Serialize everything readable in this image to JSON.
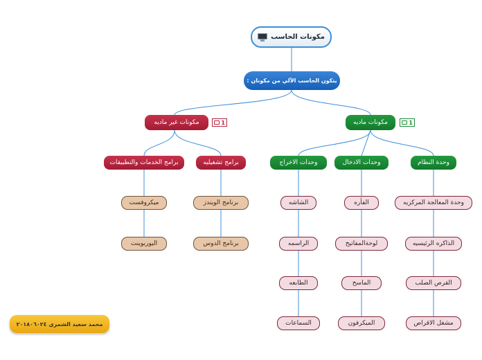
{
  "root": {
    "label": "مكونات الحاسب",
    "icon": "computer-monitor-icon"
  },
  "level1": {
    "label": "يتكون الحاسب الآلي من مكونان :"
  },
  "branches": {
    "non_hardware": {
      "label": "مكونات غير ماديه",
      "badge": "1"
    },
    "hardware": {
      "label": "مكونات ماديه",
      "badge": "1"
    }
  },
  "categories": {
    "system_unit": "وحدة النظام",
    "input_units": "وحدات الادخال",
    "output_units": "وحدات الاخراج",
    "operating_programs": "برامج تشغيليه",
    "service_apps": "برامج الخدمات والتطبيقات"
  },
  "items": {
    "system_unit": [
      "وحدة المعالجة المركزيه",
      "الذاكره الرئيسيه",
      "القرص الصلب",
      "مشغل الاقراص"
    ],
    "input_units": [
      "الفأره",
      "لوحةالمفاتيح",
      "الماسح",
      "الميكرفون"
    ],
    "output_units": [
      "الشاشه",
      "الراسمه",
      "الطابعه",
      "السماعات"
    ],
    "operating_programs": [
      "برنامج الويندز",
      "برنامج الدوس"
    ],
    "service_apps": [
      "ميكروفست",
      "اليوربوينت"
    ]
  },
  "author": {
    "label": "محمد سعيد الشمري ٢٠١٨٠٦٠٢٤"
  },
  "colors": {
    "root_border": "#3b8ed6",
    "level1_fill": "#1a66c0",
    "red_fill": "#b3243d",
    "green_fill": "#1c8a36",
    "pink_fill": "#f2dce2",
    "tan_fill": "#e8c7a8",
    "author_fill": "#f4b823",
    "edge_blue": "#3f8fd9"
  }
}
